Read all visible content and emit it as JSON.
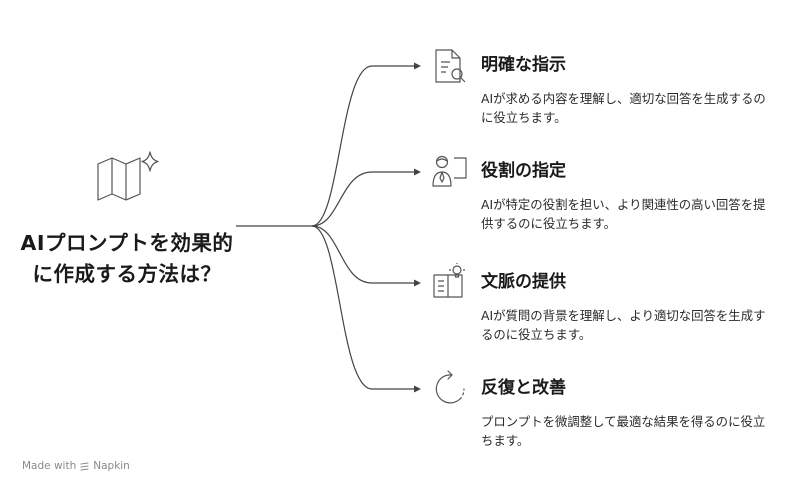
{
  "root": {
    "title": "AIプロンプトを効果的に作成する方法は？"
  },
  "branches": [
    {
      "title": "明確な指示",
      "desc": "AIが求める内容を理解し、適切な回答を生成するのに役立ちます。",
      "icon": "document-search-icon"
    },
    {
      "title": "役割の指定",
      "desc": "AIが特定の役割を担い、より関連性の高い回答を提供するのに役立ちます。",
      "icon": "person-role-icon"
    },
    {
      "title": "文脈の提供",
      "desc": "AIが質問の背景を理解し、より適切な回答を生成するのに役立ちます。",
      "icon": "book-idea-icon"
    },
    {
      "title": "反復と改善",
      "desc": "プロンプトを微調整して最適な結果を得るのに役立ちます。",
      "icon": "refresh-cycle-icon"
    }
  ],
  "footer": {
    "label": "Made with",
    "brand": "Napkin"
  },
  "colors": {
    "line": "#444444",
    "text": "#1a1a1a",
    "muted": "#8a8a8a"
  }
}
